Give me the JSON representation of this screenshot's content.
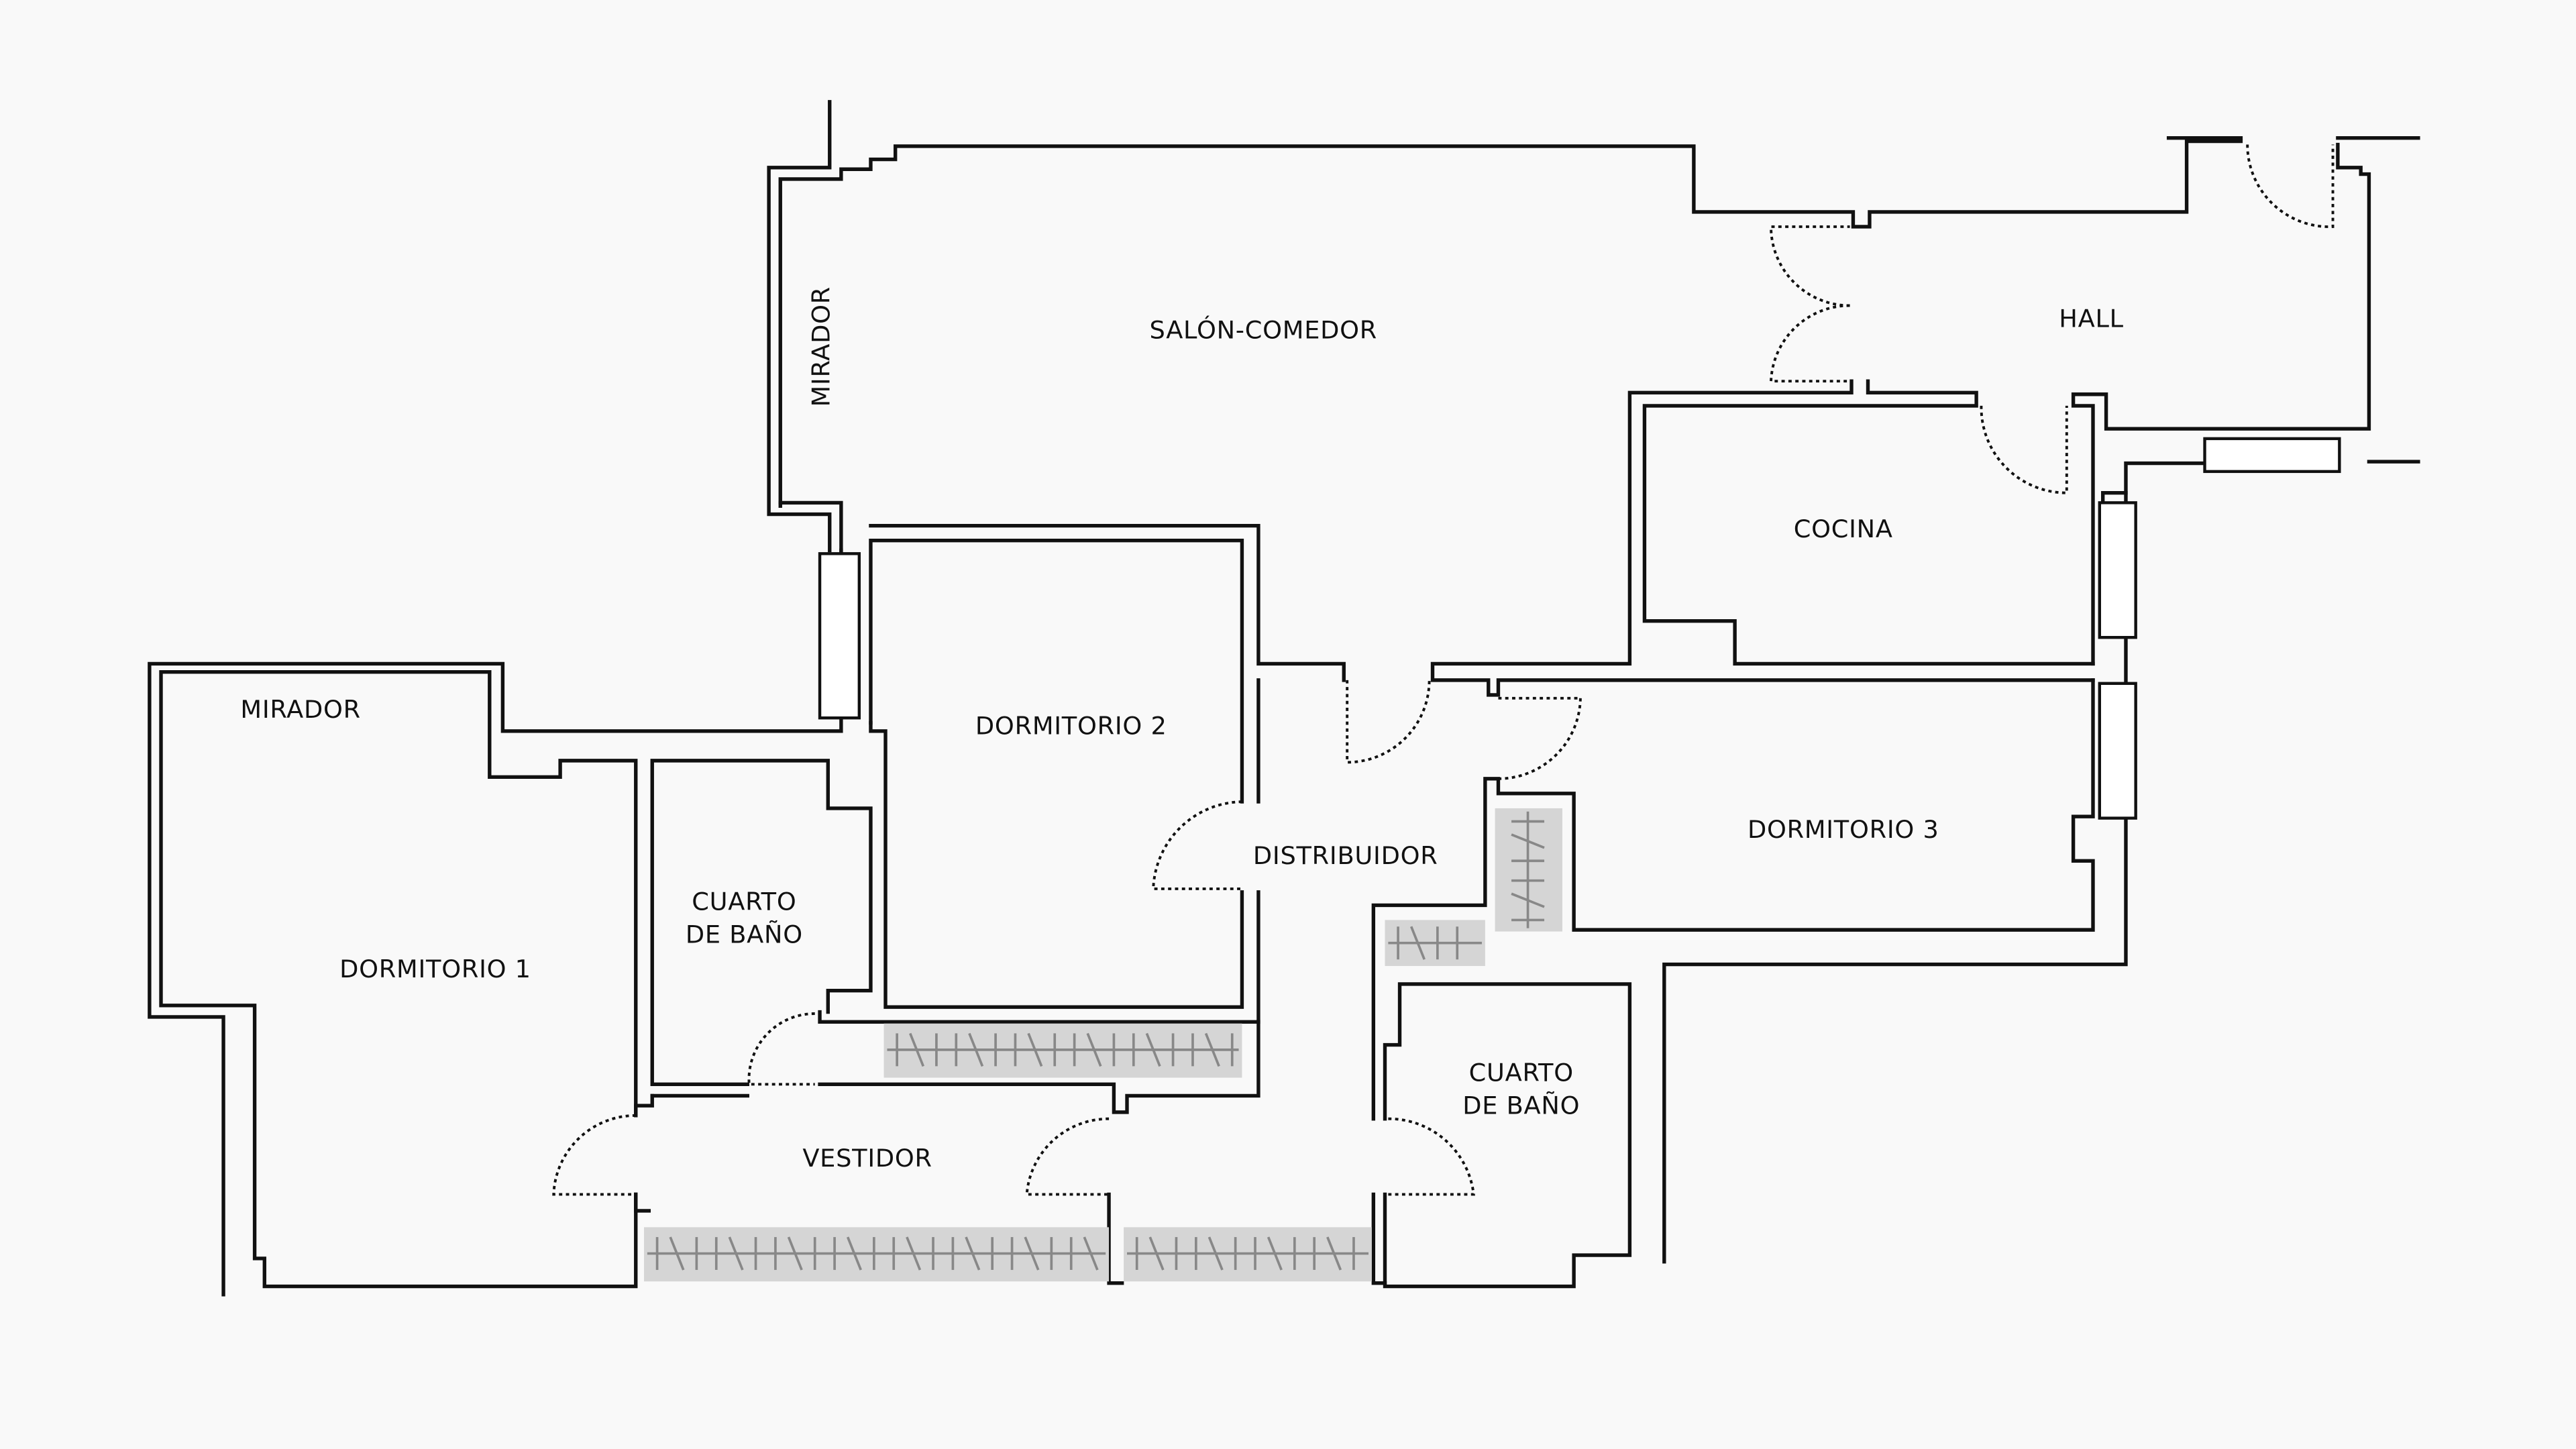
{
  "rooms": {
    "salon_comedor": "SALÓN-COMEDOR",
    "hall": "HALL",
    "mirador_top": "MIRADOR",
    "mirador_left": "MIRADOR",
    "cocina": "COCINA",
    "dormitorio_2": "DORMITORIO 2",
    "dormitorio_1": "DORMITORIO 1",
    "dormitorio_3": "DORMITORIO 3",
    "distribuidor": "DISTRIBUIDOR",
    "cuarto_bano_1": [
      "CUARTO",
      "DE BAÑO"
    ],
    "cuarto_bano_2": [
      "CUARTO",
      "DE BAÑO"
    ],
    "vestidor": "VESTIDOR"
  },
  "colors": {
    "background": "#f9f9f9",
    "walls": "#111111",
    "wardrobe_fill": "#d5d5d5",
    "wardrobe_hangers": "#888888"
  }
}
